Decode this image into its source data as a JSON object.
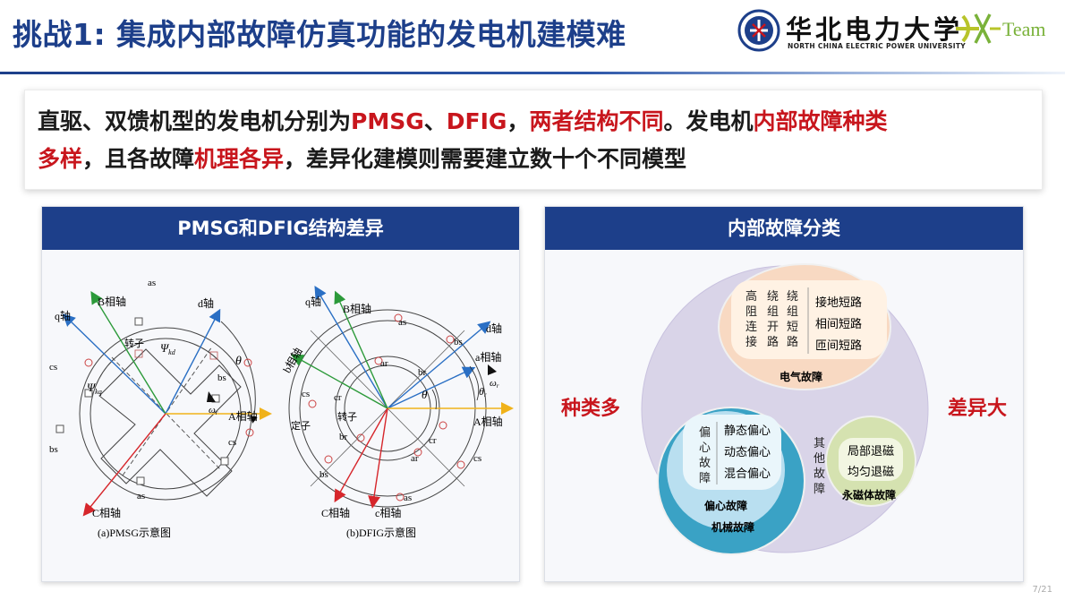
{
  "header": {
    "title": "挑战1: 集成内部故障仿真功能的发电机建模难",
    "university_cn": "华北电力大学",
    "university_en": "NORTH CHINA ELECTRIC POWER UNIVERSITY",
    "team_logo": "Team"
  },
  "statement": {
    "line1": [
      {
        "t": "直驱、双馈机型的发电机分别为",
        "red": false
      },
      {
        "t": "PMSG",
        "red": true
      },
      {
        "t": "、",
        "red": false
      },
      {
        "t": "DFIG",
        "red": true
      },
      {
        "t": "，",
        "red": false
      },
      {
        "t": "两者结构不同",
        "red": true
      },
      {
        "t": "。发电机",
        "red": false
      },
      {
        "t": "内部故障种类",
        "red": true
      }
    ],
    "line2": [
      {
        "t": "多样",
        "red": true
      },
      {
        "t": "，且各故障",
        "red": false
      },
      {
        "t": "机理各异",
        "red": true
      },
      {
        "t": "，差异化建模则需要建立数十个不同模型",
        "red": false
      }
    ]
  },
  "left_panel": {
    "title": "PMSG和DFIG结构差异",
    "pmsg": {
      "caption": "(a)PMSG示意图",
      "axes": {
        "q": "q轴",
        "b": "B相轴",
        "d": "d轴",
        "a": "A相轴",
        "c": "C相轴"
      },
      "theta": "θ",
      "rotor": "转子",
      "psi_kd": "Ψ",
      "psi_kd_sub": "kd",
      "psi_kq": "Ψ",
      "psi_kq_sub": "kq",
      "omega": "ω",
      "omega_sub": "r",
      "windings": [
        "as",
        "bs",
        "cs",
        "as",
        "bs",
        "cs"
      ]
    },
    "dfig": {
      "caption": "(b)DFIG示意图",
      "axes": {
        "q": "q轴",
        "b": "B相轴",
        "d": "d轴",
        "a_lower": "a相轴",
        "a": "A相轴",
        "b_lower": "b相轴",
        "c": "C相轴",
        "c_lower": "c相轴"
      },
      "theta": "θ",
      "theta_r": "θ",
      "theta_r_sub": "r",
      "omega": "ω",
      "omega_sub": "r",
      "stator": "定子",
      "rotor": "转子",
      "windings": [
        "as",
        "bs",
        "cs",
        "ar",
        "br",
        "cr",
        "cr",
        "br",
        "ar",
        "cs",
        "bs",
        "as"
      ]
    }
  },
  "right_panel": {
    "title": "内部故障分类",
    "left_label": "种类多",
    "right_label": "差异大",
    "electrical": {
      "label": "电气故障",
      "col1": "高阻连接",
      "col2": "绕组开路",
      "col3": "绕组短路",
      "items": [
        "接地短路",
        "相间短路",
        "匝间短路"
      ]
    },
    "mechanical": {
      "label": "机械故障",
      "eccentric": {
        "label": "偏心故障",
        "vertical": "偏心故障",
        "items": [
          "静态偏心",
          "动态偏心",
          "混合偏心"
        ]
      },
      "other": "其他故障"
    },
    "magnet": {
      "label": "永磁体故障",
      "items": [
        "局部退磁",
        "均匀退磁"
      ]
    }
  },
  "page_number": "7/21",
  "colors": {
    "primary": "#1d3f8a",
    "accent_red": "#c8161d",
    "electrical_fill": "#f8d9c2",
    "mechanical_fill": "#3aa2c5",
    "magnet_fill": "#d5e2b0",
    "outer_fill": "#d9d4e8"
  }
}
